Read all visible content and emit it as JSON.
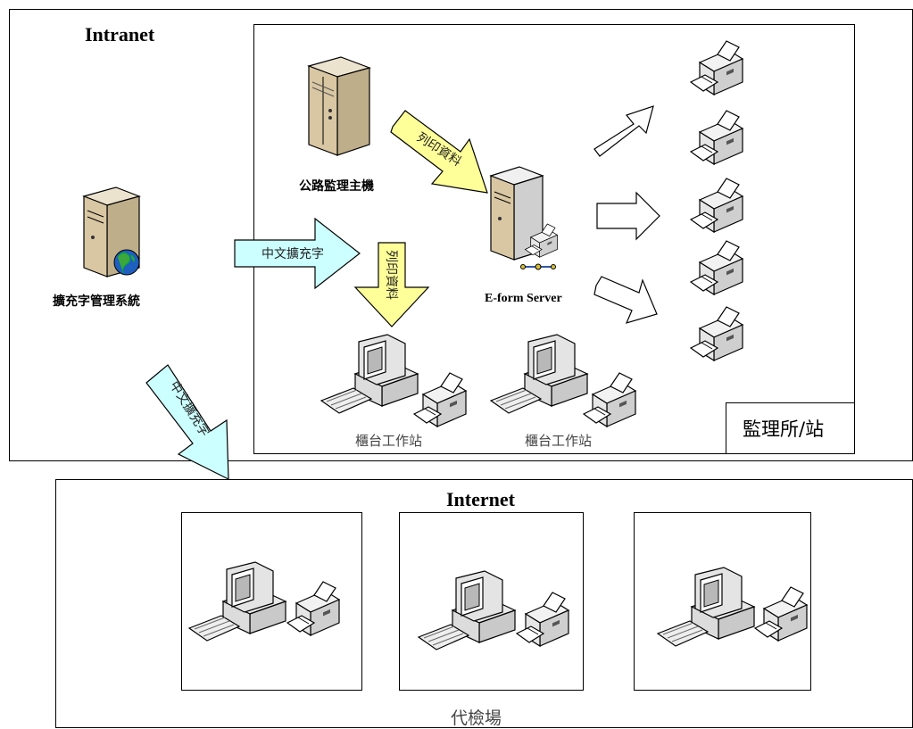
{
  "intranet": {
    "title": "Intranet",
    "ext_char_system_label": "擴充字管理系統"
  },
  "station": {
    "mainframe_label": "公路監理主機",
    "eform_label": "E-form Server",
    "counter_ws_1": "櫃台工作站",
    "counter_ws_2": "櫃台工作站",
    "corner_label": "監理所/站"
  },
  "arrows": {
    "print_data_1": "列印資料",
    "print_data_2": "列印資料",
    "ext_chars_1": "中文擴充字",
    "ext_chars_2": "中文擴充字"
  },
  "internet": {
    "title": "Internet",
    "agency_label": "代檢場"
  },
  "colors": {
    "yellow_arrow": "#ffff99",
    "cyan_arrow": "#ccffff",
    "server_beige": "#d9c7a3",
    "device_gray": "#d8d8d8"
  }
}
